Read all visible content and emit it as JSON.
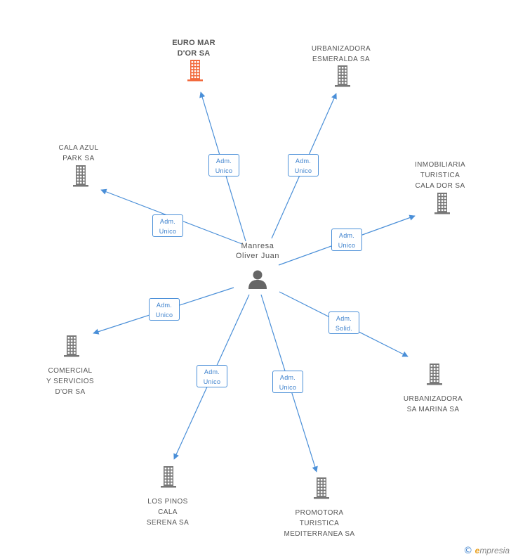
{
  "center": {
    "name_line1": "Manresa",
    "name_line2": "Oliver Juan"
  },
  "nodes": [
    {
      "id": "euro-mar",
      "lines": [
        "EURO MAR",
        "D'OR SA"
      ],
      "highlight": true,
      "color": "#f26a3d"
    },
    {
      "id": "urbanizadora-esmeralda",
      "lines": [
        "URBANIZADORA",
        "ESMERALDA SA"
      ],
      "highlight": false,
      "color": "#777777"
    },
    {
      "id": "cala-azul",
      "lines": [
        "CALA AZUL",
        "PARK SA"
      ],
      "highlight": false,
      "color": "#777777"
    },
    {
      "id": "inmobiliaria",
      "lines": [
        "INMOBILIARIA",
        "TURISTICA",
        "CALA DOR SA"
      ],
      "highlight": false,
      "color": "#777777"
    },
    {
      "id": "comercial",
      "lines": [
        "COMERCIAL",
        "Y SERVICIOS",
        "D'OR SA"
      ],
      "highlight": false,
      "color": "#777777"
    },
    {
      "id": "urbanizadora-marina",
      "lines": [
        "URBANIZADORA",
        "SA MARINA SA"
      ],
      "highlight": false,
      "color": "#777777"
    },
    {
      "id": "los-pinos",
      "lines": [
        "LOS PINOS",
        "CALA",
        "SERENA SA"
      ],
      "highlight": false,
      "color": "#777777"
    },
    {
      "id": "promotora",
      "lines": [
        "PROMOTORA",
        "TURISTICA",
        "MEDITERRANEA SA"
      ],
      "highlight": false,
      "color": "#777777"
    }
  ],
  "edges": [
    {
      "target": "euro-mar",
      "label_line1": "Adm.",
      "label_line2": "Unico"
    },
    {
      "target": "urbanizadora-esmeralda",
      "label_line1": "Adm.",
      "label_line2": "Unico"
    },
    {
      "target": "cala-azul",
      "label_line1": "Adm.",
      "label_line2": "Unico"
    },
    {
      "target": "inmobiliaria",
      "label_line1": "Adm.",
      "label_line2": "Unico"
    },
    {
      "target": "comercial",
      "label_line1": "Adm.",
      "label_line2": "Unico"
    },
    {
      "target": "urbanizadora-marina",
      "label_line1": "Adm.",
      "label_line2": "Solid."
    },
    {
      "target": "los-pinos",
      "label_line1": "Adm.",
      "label_line2": "Unico"
    },
    {
      "target": "promotora",
      "label_line1": "Adm.",
      "label_line2": "Unico"
    }
  ],
  "colors": {
    "edge": "#4a8fd8",
    "person": "#666666"
  },
  "footer": {
    "copyright": "©",
    "brand_initial": "e",
    "brand_rest": "mpresia"
  }
}
